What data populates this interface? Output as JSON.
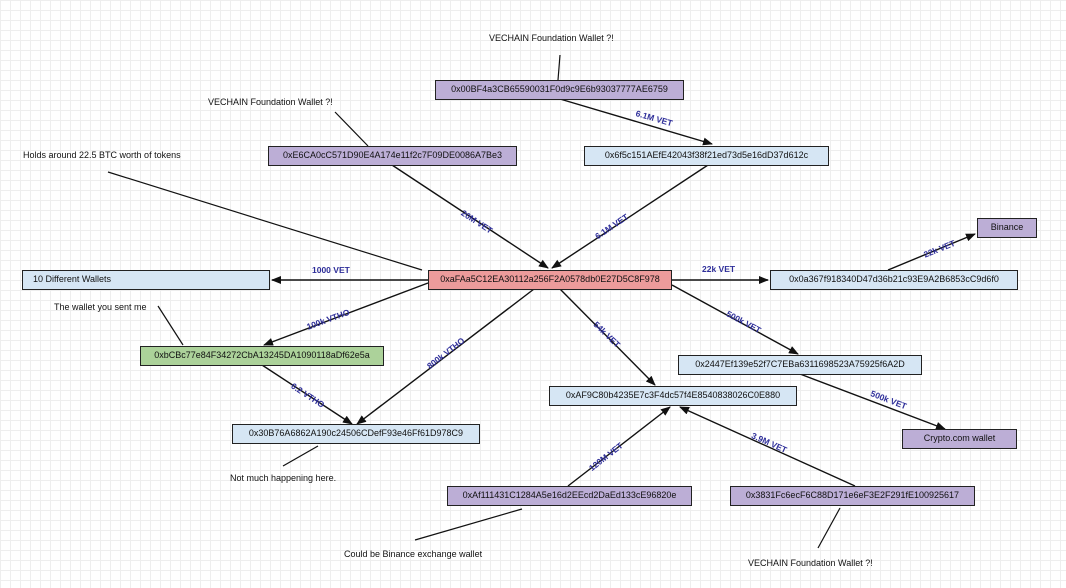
{
  "nodes": {
    "center": "0xaFAa5C12EA30112a256F2A0578db0E27D5C8F978",
    "foundation_top": "0x00BF4a3CB65590031F0d9c9E6b93037777AE6759",
    "foundation_left": "0xE6CA0cC571D90E4A174e11f2c7F09DE0086A7Be3",
    "intermediate_top": "0x6f5c151AEfE42043f38f21ed73d5e16dD37d612c",
    "ten_wallets": "10 Different Wallets",
    "binance_out": "0x0a367f918340D47d36b21c93E9A2B6853cC9d6f0",
    "binance": "Binance",
    "green_wallet": "0xbCBc77e84F34272CbA13245DA1090118aDf62e5a",
    "wallet_2447": "0x2447Ef139e52f7C7EBa6311698523A75925f6A2D",
    "wallet_af9c": "0xAF9C80b4235E7c3F4dc57f4E8540838026C0E880",
    "wallet_30b7": "0x30B76A6862A190c24506CDefF93e46Ff61D978C9",
    "crypto_com": "Crypto.com wallet",
    "wallet_af11": "0xAf111431C1284A5e16d2EEcd2DaEd133cE96820e",
    "wallet_3831": "0x3831Fc6ecF6C88D171e6eF3E2F291fE100925617"
  },
  "notes": {
    "foundation_top_note": "VECHAIN Foundation Wallet ?!",
    "foundation_left_note": "VECHAIN Foundation Wallet ?!",
    "holds_note": "Holds around 22.5 BTC worth of tokens",
    "sent_me_note": "The wallet you sent me",
    "not_much_note": "Not much happening here.",
    "binance_exchange_note": "Could be Binance exchange wallet",
    "foundation_bottom_note": "VECHAIN Foundation Wallet ?!"
  },
  "edge_labels": {
    "e_6_1m_top": "6.1M VET",
    "e_20m": "20M VET",
    "e_6_1m_mid": "6.1M VET",
    "e_1000": "1000 VET",
    "e_22k_out": "22k VET",
    "e_22k_binance": "22k VET",
    "e_100k": "100k VTHO",
    "e_800k": "800k VTHO",
    "e_54k": "54k VET",
    "e_500k_top": "500k VET",
    "e_0_2": "0.2 VTHO",
    "e_500k_crypto": "500k VET",
    "e_120m": "120M VET",
    "e_3_9m": "3.9M VET"
  },
  "colors": {
    "blue": "#d6e6f4",
    "purple": "#bcaed6",
    "red": "#ec9b9b",
    "green": "#acd29a",
    "label": "#2f2f9a"
  }
}
